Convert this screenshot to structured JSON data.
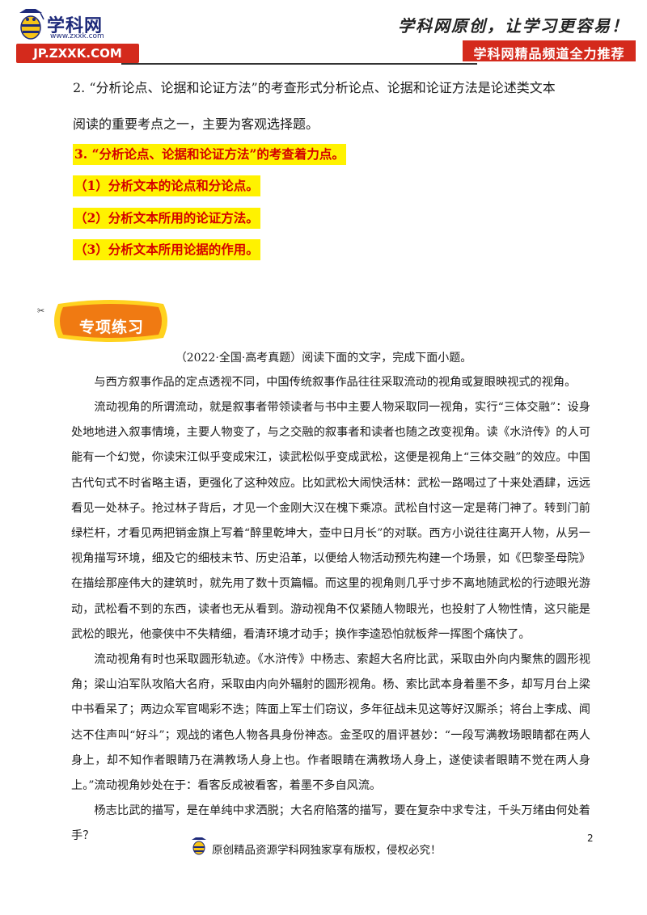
{
  "header": {
    "logo_name": "学科网",
    "logo_url_small": "www.zxxk.com",
    "logo_band": "JP.ZXXK.COM",
    "slogan": "学科网原创，让学习更容易！",
    "tag": "学科网精品频道全力推荐"
  },
  "intro": {
    "line1": "2. “分析论点、论据和论证方法”的考查形式分析论点、论据和论证方法是论述类文本",
    "line2": "阅读的重要考点之一，主要为客观选择题。"
  },
  "highlights": [
    "3. “分析论点、论据和论证方法”的考查着力点。",
    "（1）分析文本的论点和分论点。",
    "（2）分析文本所用的论证方法。",
    "（3）分析文本所用论据的作用。"
  ],
  "section": {
    "title": "专项练习",
    "source": "（2022·全国·高考真题）阅读下面的文字，完成下面小题。"
  },
  "paragraphs": [
    "与西方叙事作品的定点透视不同，中国传统叙事作品往往采取流动的视角或复眼映视式的视角。",
    "流动视角的所谓流动，就是叙事者带领读者与书中主要人物采取同一视角，实行“三体交融”：设身处地地进入叙事情境，主要人物变了，与之交融的叙事者和读者也随之改变视角。读《水浒传》的人可能有一个幻觉，你读宋江似乎变成宋江，读武松似乎变成武松，这便是视角上“三体交融”的效应。中国古代句式不时省略主语，更强化了这种效应。比如武松大闹快活林：武松一路喝过了十来处酒肆，远远看见一处林子。抢过林子背后，才见一个金刚大汉在槐下乘凉。武松自忖这一定是蒋门神了。转到门前绿栏杆，才看见两把销金旗上写着“醉里乾坤大，壶中日月长”的对联。西方小说往往离开人物，从另一视角描写环境，细及它的细枝末节、历史沿革，以便给人物活动预先构建一个场景，如《巴黎圣母院》在描绘那座伟大的建筑时，就先用了数十页篇幅。而这里的视角则几乎寸步不离地随武松的行迹眼光游动，武松看不到的东西，读者也无从看到。游动视角不仅紧随人物眼光，也投射了人物性情，这只能是武松的眼光，他豪侠中不失精细，看清环境才动手；换作李逵恐怕就板斧一挥图个痛快了。",
    "流动视角有时也采取圆形轨迹。《水浒传》中杨志、索超大名府比武，采取由外向内聚焦的圆形视角；梁山泊军队攻陷大名府，采取由内向外辐射的圆形视角。杨、索比武本身着墨不多，却写月台上梁中书看呆了；两边众军官喝彩不迭；阵面上军士们窃议，多年征战未见这等好汉厮杀；将台上李成、闻达不住声叫“好斗”；观战的诸色人物各具身份神态。金圣叹的眉评甚妙：“一段写满教场眼睛都在两人身上，却不知作者眼睛乃在满教场人身上也。作者眼睛在满教场人身上，遂使读者眼睛不觉在两人身上。”流动视角妙处在于：看客反成被看客，着墨不多自风流。",
    "杨志比武的描写，是在单纯中求洒脱；大名府陷落的描写，要在复杂中求专注，千头万绪由何处着手？"
  ],
  "page_number": "2",
  "footer": {
    "text": "原创精品资源学科网独家享有版权，侵权必究！"
  },
  "colors": {
    "brand_red": "#d42a1c",
    "brand_navy": "#1e2a7a",
    "highlight_yellow": "#fff200",
    "highlight_text": "#d40000",
    "badge_orange": "#f07a12",
    "badge_yellow": "#ffd21f"
  }
}
